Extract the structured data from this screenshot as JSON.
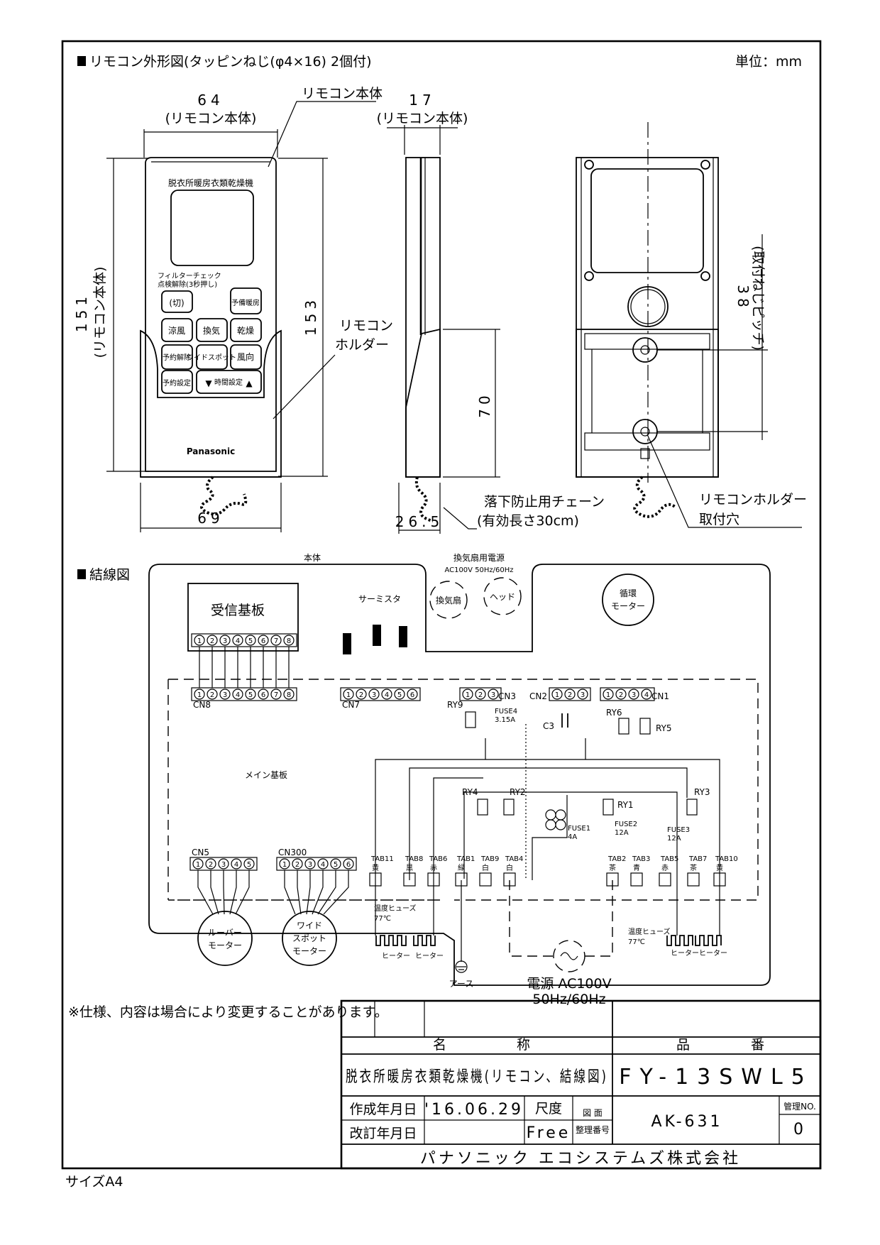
{
  "section_outline": {
    "title": "リモコン外形図(タッピンねじ(φ4×16) 2個付)",
    "unit": "単位：mm"
  },
  "front_view": {
    "dim_width": "64",
    "dim_width_sub": "(リモコン本体)",
    "body_label": "リモコン本体",
    "dim_height": "151",
    "dim_height_sub": "(リモコン本体)",
    "dim_total": "153",
    "dim_base": "69",
    "panel_title": "脱衣所暖房衣類乾燥機",
    "filter_label": "フィルターチェック",
    "filter_sub": "点検解除(3秒押し)",
    "buttons": [
      "(切)",
      "予備暖房",
      "涼風",
      "換気",
      "乾燥",
      "予約解除",
      "ワイドスポット",
      "風向",
      "予約設定",
      "▼",
      "時間設定",
      "▲"
    ],
    "brand": "Panasonic",
    "holder_label_1": "リモコン",
    "holder_label_2": "ホルダー"
  },
  "side_view": {
    "dim_depth": "17",
    "dim_depth_sub": "(リモコン本体)",
    "dim_70": "70",
    "dim_26": "26.5",
    "chain_label": "落下防止用チェーン",
    "chain_sub": "(有効長さ30cm)"
  },
  "back_view": {
    "dim_38": "38",
    "dim_38_sub": "(取付ねじピッチ)",
    "holder_hole_1": "リモコンホルダー",
    "holder_hole_2": "取付穴"
  },
  "wiring": {
    "title": "結線図",
    "main_unit": "本体",
    "fan_power": "換気扇用電源",
    "fan_power_spec": "AC100V 50Hz/60Hz",
    "fan": "換気扇",
    "heater_fan": "ヘッド",
    "receiver": "受信基板",
    "thermistor": "サーミスタ",
    "circ_motor_1": "循環",
    "circ_motor_2": "モーター",
    "main_board": "メイン基板",
    "louver_1": "ルーバー",
    "louver_2": "モーター",
    "wide_1": "ワイド",
    "wide_2": "スポット",
    "wide_3": "モーター",
    "earth": "アース",
    "power": "電源 AC100V",
    "power_hz": "50Hz/60Hz",
    "connectors": [
      "CN8",
      "CN7",
      "CN3",
      "CN2",
      "CN1",
      "CN5",
      "CN300"
    ],
    "relays": [
      "RY9",
      "RY6",
      "RY5",
      "RY4",
      "RY2",
      "RY1",
      "RY3"
    ],
    "fuses": {
      "f4": "FUSE4",
      "f4v": "3.15A",
      "f1": "FUSE1",
      "f1v": "4A",
      "f2": "FUSE2",
      "f2v": "12A",
      "f3": "FUSE3",
      "f3v": "12A"
    },
    "cap": "C3",
    "tabs": [
      {
        "t": "TAB11",
        "c": "黄"
      },
      {
        "t": "TAB8",
        "c": "黒"
      },
      {
        "t": "TAB6",
        "c": "赤"
      },
      {
        "t": "TAB1",
        "c": "緑"
      },
      {
        "t": "TAB9",
        "c": "白"
      },
      {
        "t": "TAB4",
        "c": "白"
      },
      {
        "t": "TAB2",
        "c": "茶"
      },
      {
        "t": "TAB3",
        "c": "青"
      },
      {
        "t": "TAB5",
        "c": "赤"
      },
      {
        "t": "TAB7",
        "c": "茶"
      },
      {
        "t": "TAB10",
        "c": "黄"
      }
    ],
    "thermal_fuse": "温度ヒューズ",
    "thermal_temp": "77℃",
    "heater": "ヒーター"
  },
  "note": "※仕様、内容は場合により変更することがあります。",
  "title_block": {
    "name_head_1": "名",
    "name_head_2": "称",
    "number_head_1": "品",
    "number_head_2": "番",
    "name": "脱衣所暖房衣類乾燥機(リモコン、結線図)",
    "number": "FY-13SWL5",
    "created_label": "作成年月日",
    "created": "'16.06.29",
    "revised_label": "改訂年月日",
    "scale_label": "尺度",
    "scale": "Free",
    "drawing_label_1": "図 面",
    "drawing_label_2": "整理番号",
    "drawing_no": "AK-631",
    "mgmt_label": "管理NO.",
    "mgmt_no": "0",
    "company": "パナソニック エコシステムズ株式会社"
  },
  "size": "サイズA4"
}
